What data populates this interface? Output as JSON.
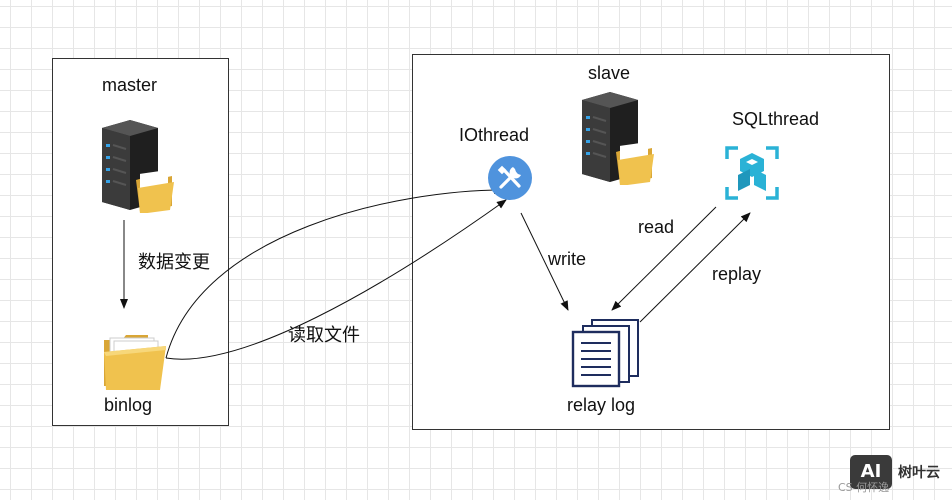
{
  "master": {
    "title": "master",
    "edge_label": "数据变更",
    "file_label": "binlog"
  },
  "slave": {
    "title": "slave",
    "io_thread": "IOthread",
    "sql_thread": "SQLthread",
    "write_label": "write",
    "read_label": "read",
    "replay_label": "replay",
    "log_label": "relay log"
  },
  "cross_label": "读取文件",
  "watermark": {
    "badge": "AI",
    "brand": "树叶云",
    "sub": "CS 何怀逸"
  },
  "icons": {
    "server": "server-rack-icon",
    "folder": "folder-icon",
    "tools": "tools-icon",
    "cube": "cube-icon",
    "documents": "document-stack-icon"
  },
  "colors": {
    "server_dark": "#2b2b2b",
    "server_led": "#35a3e8",
    "folder": "#f0c24e",
    "tools_bg": "#4f93dd",
    "cube": "#2ab2d6",
    "doc_stroke": "#1e2d5e"
  }
}
